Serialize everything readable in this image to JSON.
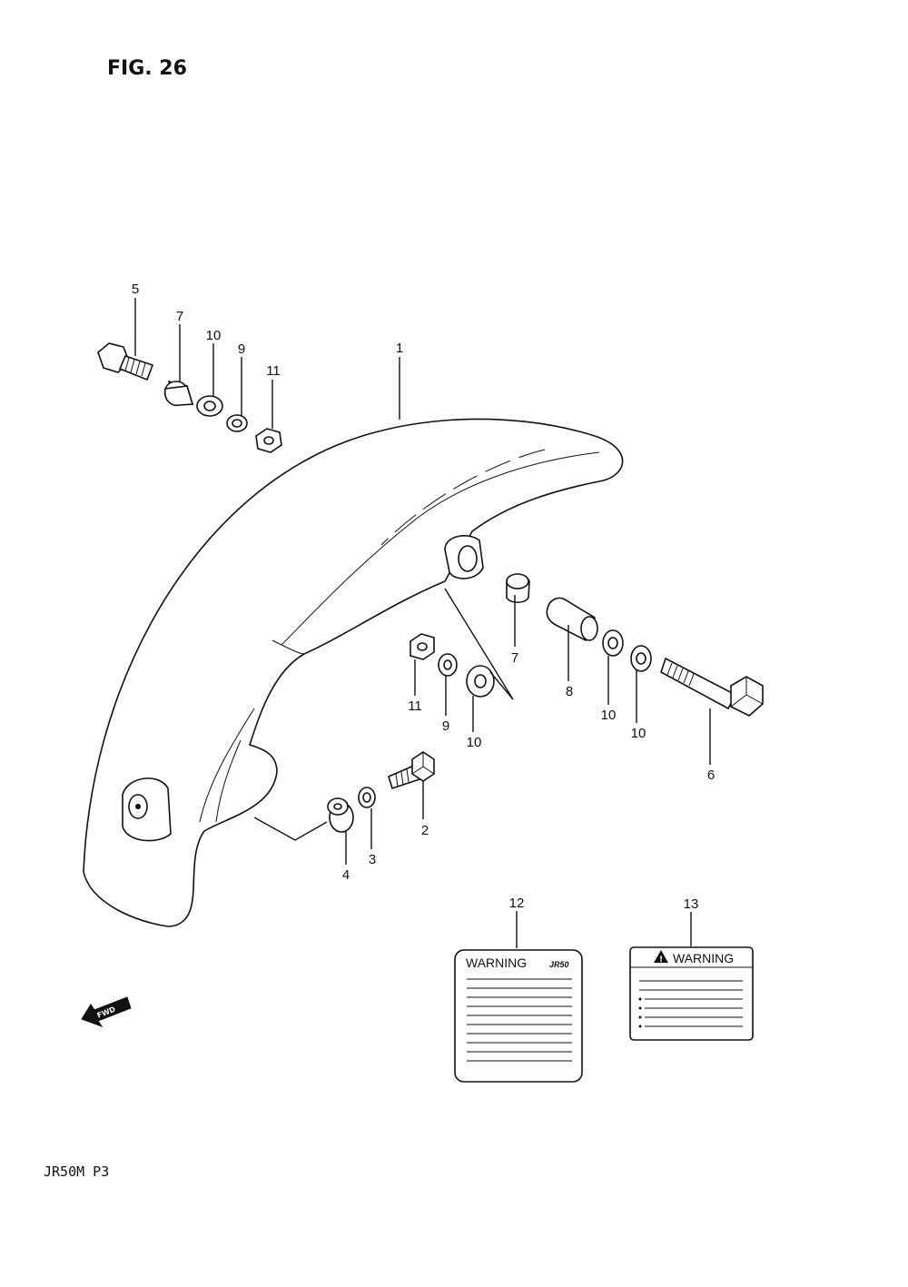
{
  "figure": {
    "title": "FIG. 26",
    "model_code": "JR50M P3"
  },
  "callouts": [
    {
      "id": "c1",
      "label": "1"
    },
    {
      "id": "c2",
      "label": "2"
    },
    {
      "id": "c3",
      "label": "3"
    },
    {
      "id": "c4",
      "label": "4"
    },
    {
      "id": "c5",
      "label": "5"
    },
    {
      "id": "c6",
      "label": "6"
    },
    {
      "id": "c7a",
      "label": "7"
    },
    {
      "id": "c7b",
      "label": "7"
    },
    {
      "id": "c8",
      "label": "8"
    },
    {
      "id": "c9a",
      "label": "9"
    },
    {
      "id": "c9b",
      "label": "9"
    },
    {
      "id": "c10a",
      "label": "10"
    },
    {
      "id": "c10b",
      "label": "10"
    },
    {
      "id": "c10c",
      "label": "10"
    },
    {
      "id": "c10d",
      "label": "10"
    },
    {
      "id": "c11a",
      "label": "11"
    },
    {
      "id": "c11b",
      "label": "11"
    },
    {
      "id": "c12",
      "label": "12"
    },
    {
      "id": "c13",
      "label": "13"
    }
  ],
  "labels": {
    "label_12": {
      "heading": "WARNING",
      "tag": "JR50"
    },
    "label_13": {
      "heading": "WARNING"
    }
  },
  "direction_arrow": {
    "text": "FWD"
  }
}
